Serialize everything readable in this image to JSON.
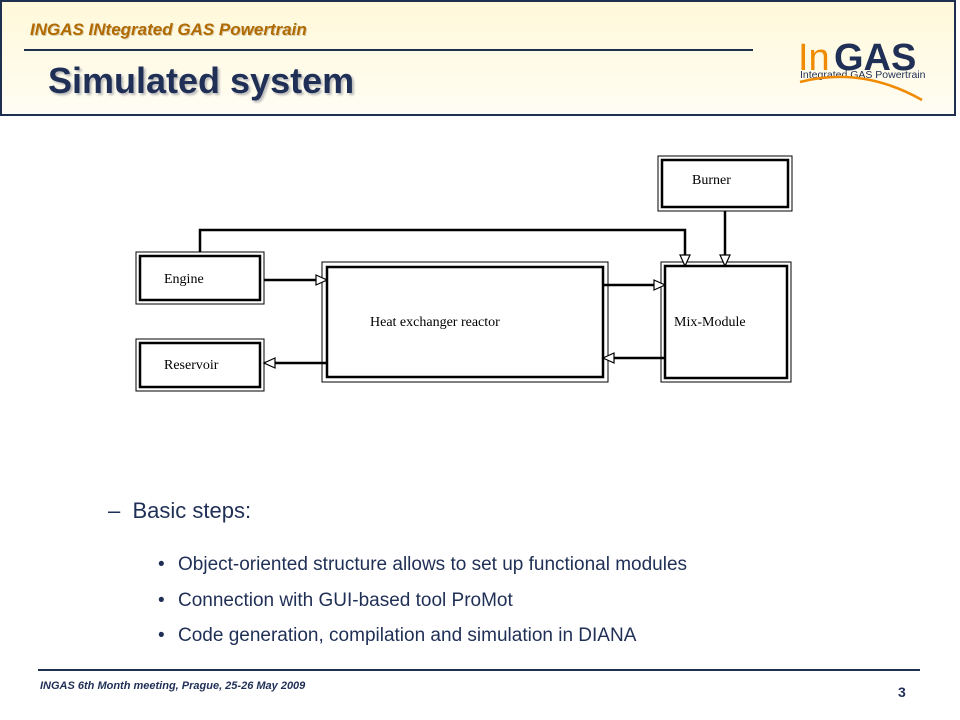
{
  "header": {
    "project": "INGAS INtegrated GAS Powertrain",
    "title": "Simulated system",
    "logo": {
      "brand_in": "In",
      "brand_gas": "GAS",
      "tagline": "Integrated GAS Powertrain"
    }
  },
  "diagram": {
    "engine": "Engine",
    "reservoir": "Reservoir",
    "reactor": "Heat exchanger reactor",
    "mix": "Mix-Module",
    "burner": "Burner"
  },
  "content": {
    "heading_dash": "–",
    "heading": "Basic steps:",
    "bullets": [
      "Object-oriented structure allows to set up functional modules",
      "Connection with GUI-based tool ProMot",
      "Code generation, compilation and simulation in DIANA"
    ]
  },
  "footer": {
    "meeting": "INGAS 6th Month meeting, Prague, 25-26 May 2009",
    "page_number": "3"
  }
}
